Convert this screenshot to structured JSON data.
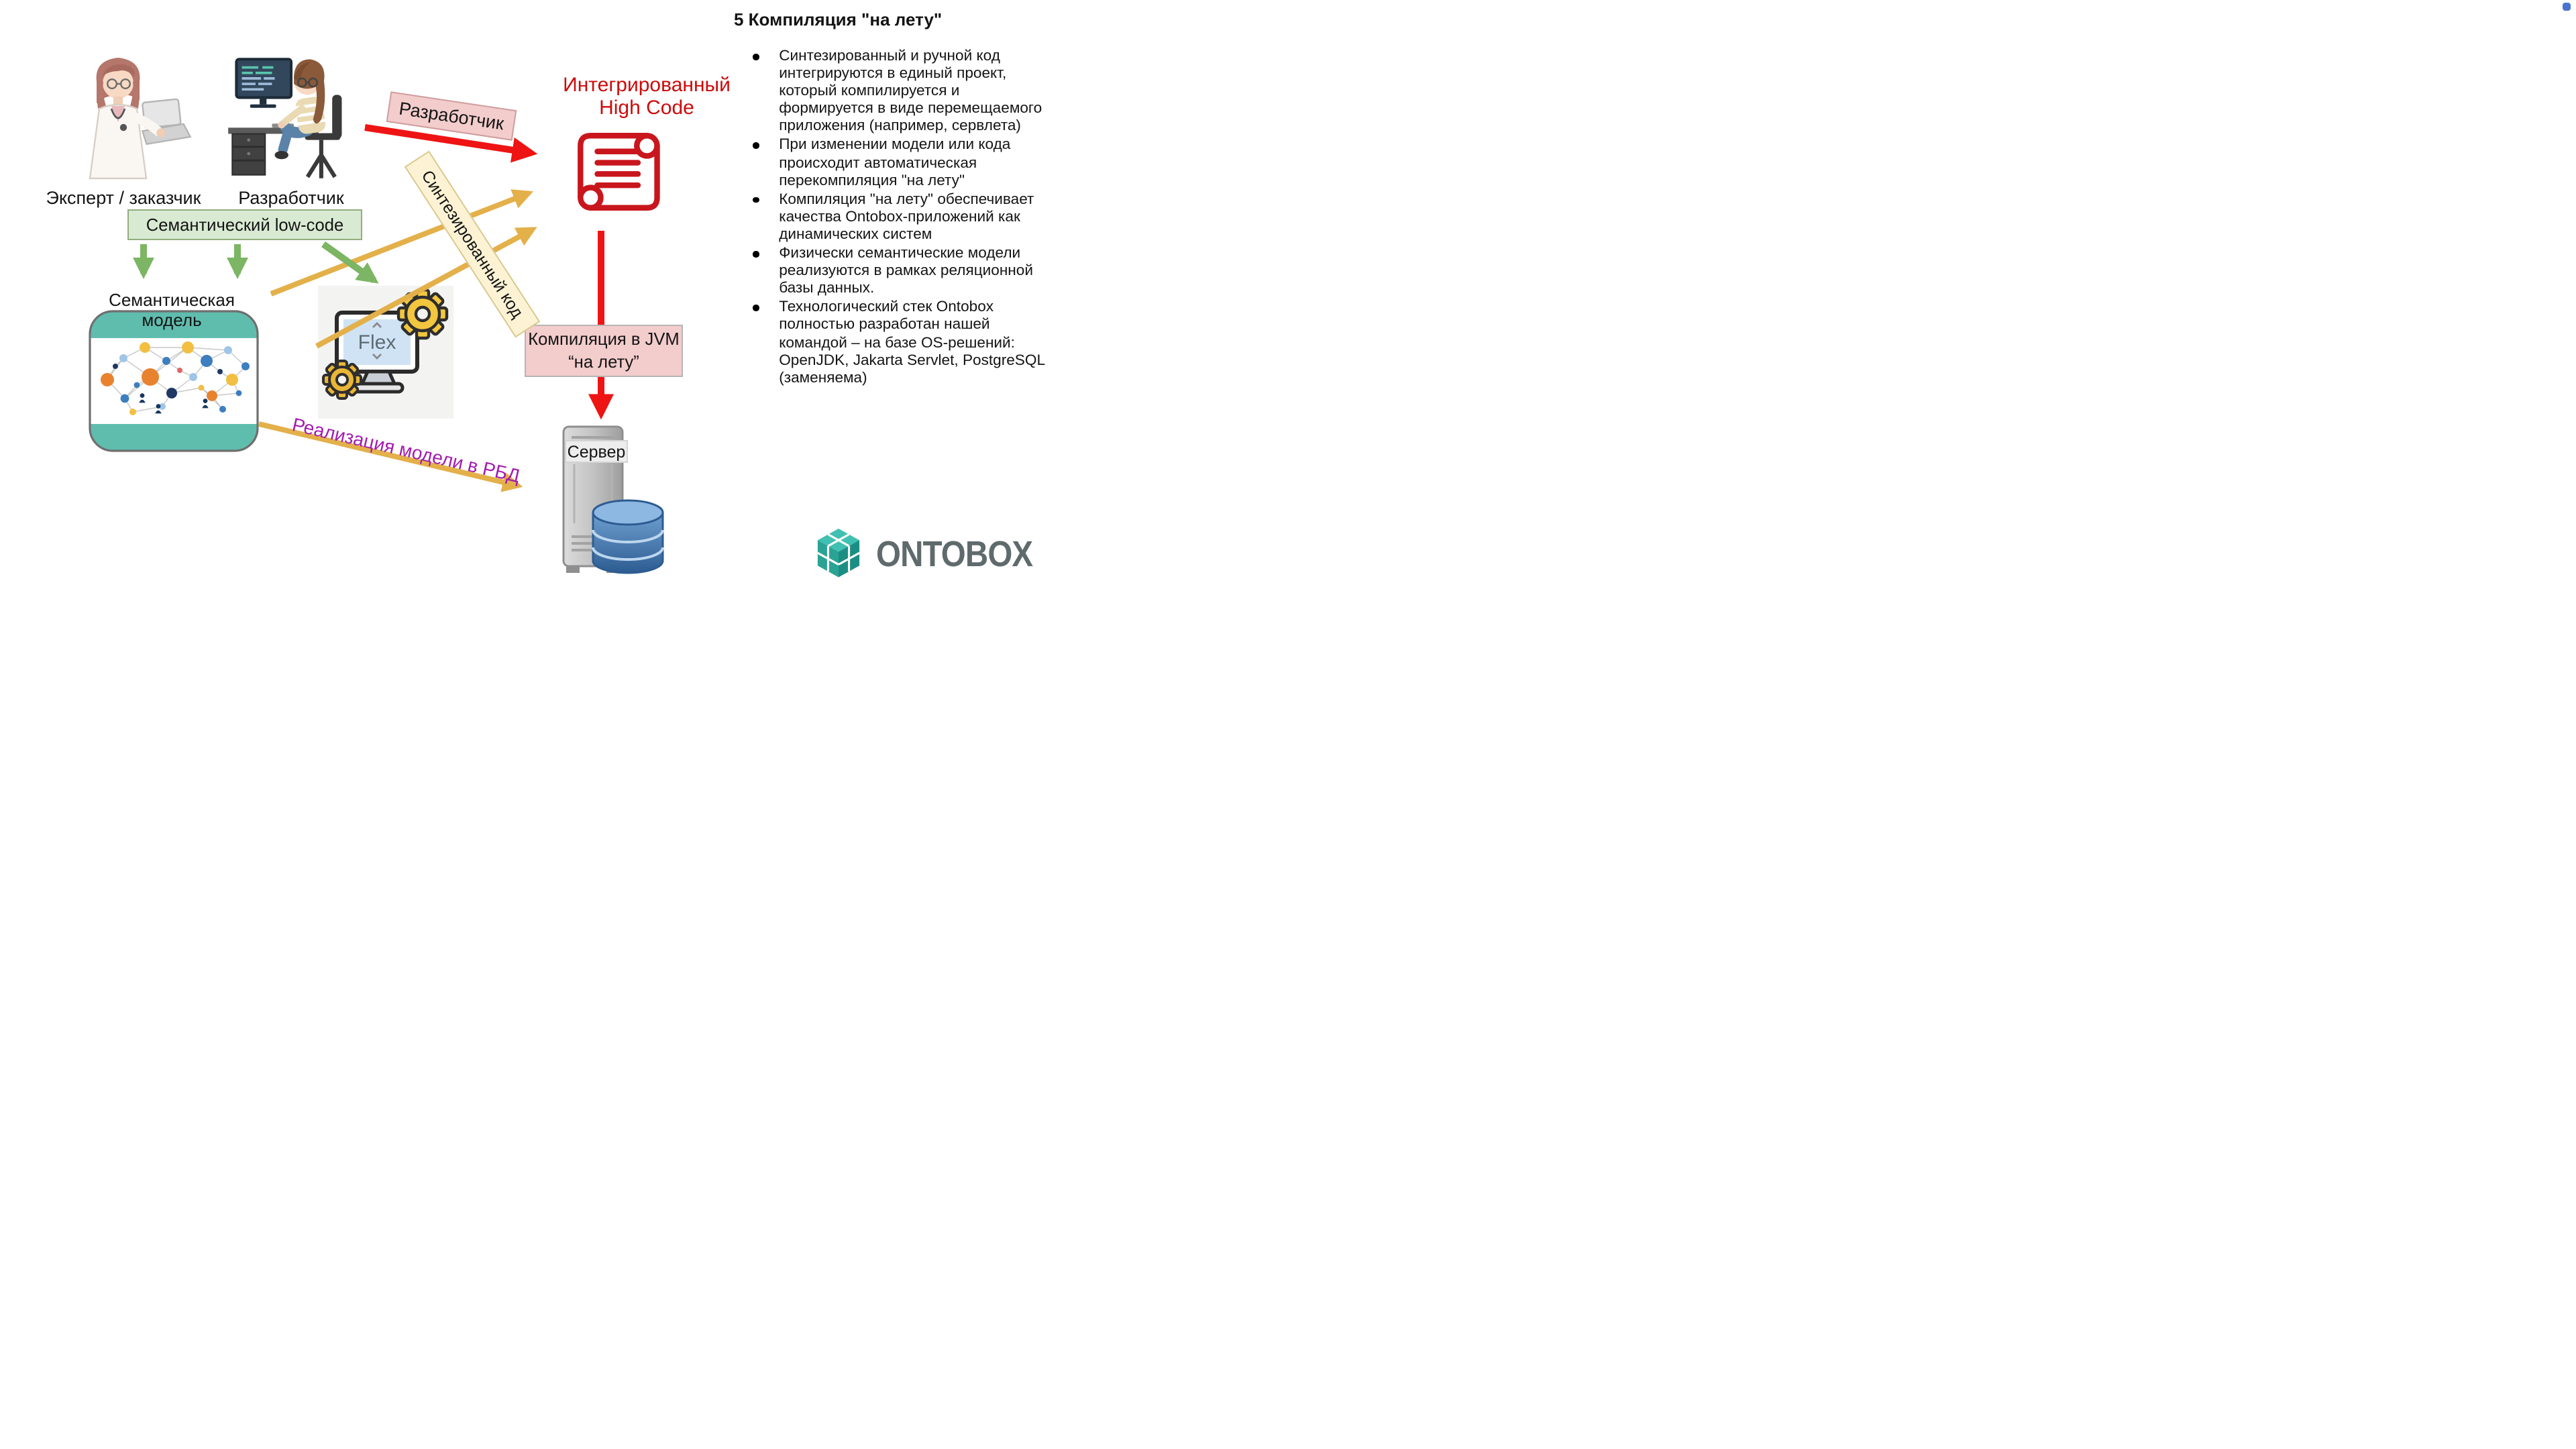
{
  "panel": {
    "title": "5 Компиляция \"на лету\"",
    "bullets": [
      "Синтезированный и ручной код интегрируются в единый проект, который компилируется и формируется в виде перемещаемого приложения (например, сервлета)",
      "При изменении модели или кода происходит автоматическая перекомпиляция \"на лету\"",
      "Компиляция \"на лету\" обеспечивает качества Ontobox-приложений как динамических систем",
      "Физически семантические модели реализуются в рамках реляционной базы данных.",
      "Технологический стек Ontobox полностью разработан нашей командой – на базе OS-решений: OpenJDK, Jakarta Servlet, PostgreSQL (заменяема)"
    ]
  },
  "diagram": {
    "expert_caption": "Эксперт / заказчик",
    "developer_caption": "Разработчик",
    "low_code_box": "Семантический low-code",
    "semantic_model_caption": "Семантическая модель",
    "flex_label": "Flex",
    "high_code_caption": "Интегрированный High Code",
    "compile_box": "Компиляция в JVM “на лету”",
    "server_label": "Сервер",
    "arrow_labels": {
      "developer": "Разработчик",
      "synthesized_code": "Синтезированный код",
      "model_to_rdb": "Реализация модели в РБД"
    }
  },
  "logo": {
    "wordmark": "ONTOBOX"
  },
  "colors": {
    "arrow-red": "#ee1414",
    "arrow-yellow": "#e3b04a",
    "arrow-green": "#7cb563",
    "scroll-red": "#c9161d",
    "highcode-red": "#cc0b0b",
    "pink-box": "#f3cccc",
    "cream-box": "#fdf3d4",
    "green-box": "#d9ead3",
    "teal-band": "#5fbdae",
    "purple-label": "#a21caf",
    "logo-teal": "#2ba394",
    "logo-gray": "#5f6a6d"
  }
}
